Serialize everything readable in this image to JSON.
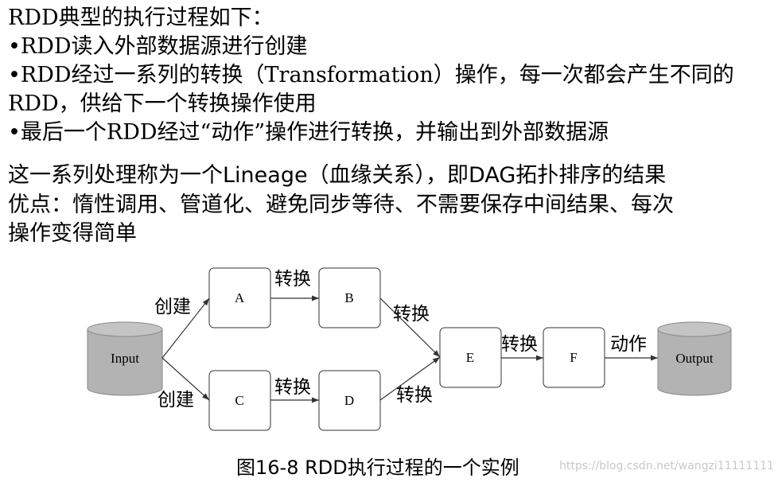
{
  "text": {
    "title": "RDD典型的执行过程如下：",
    "bullet1": "•RDD读入外部数据源进行创建",
    "bullet2_line1": "•RDD经过一系列的转换（Transformation）操作，每一次都会产生不同的",
    "bullet2_line2": "RDD，供给下一个转换操作使用",
    "bullet3": "•最后一个RDD经过“动作”操作进行转换，并输出到外部数据源",
    "lineage": "这一系列处理称为一个Lineage（血缘关系），即DAG拓扑排序的结果",
    "advantages_line1": "优点：惰性调用、管道化、避免同步等待、不需要保存中间结果、每次",
    "advantages_line2": "操作变得简单"
  },
  "diagram": {
    "nodes": {
      "input": "Input",
      "a": "A",
      "b": "B",
      "c": "C",
      "d": "D",
      "e": "E",
      "f": "F",
      "output": "Output"
    },
    "edges": {
      "input_a": "创建",
      "input_c": "创建",
      "a_b": "转换",
      "c_d": "转换",
      "b_e": "转换",
      "d_e": "转换",
      "e_f": "转换",
      "f_output": "动作"
    },
    "colors": {
      "cylinder_fill": "#b3b3b3",
      "cylinder_stroke": "#888888",
      "box_stroke": "#333333",
      "arrow": "#333333"
    }
  },
  "caption": "图16-8  RDD执行过程的一个实例",
  "watermark": "https://blog.csdn.net/wangzi11111111"
}
